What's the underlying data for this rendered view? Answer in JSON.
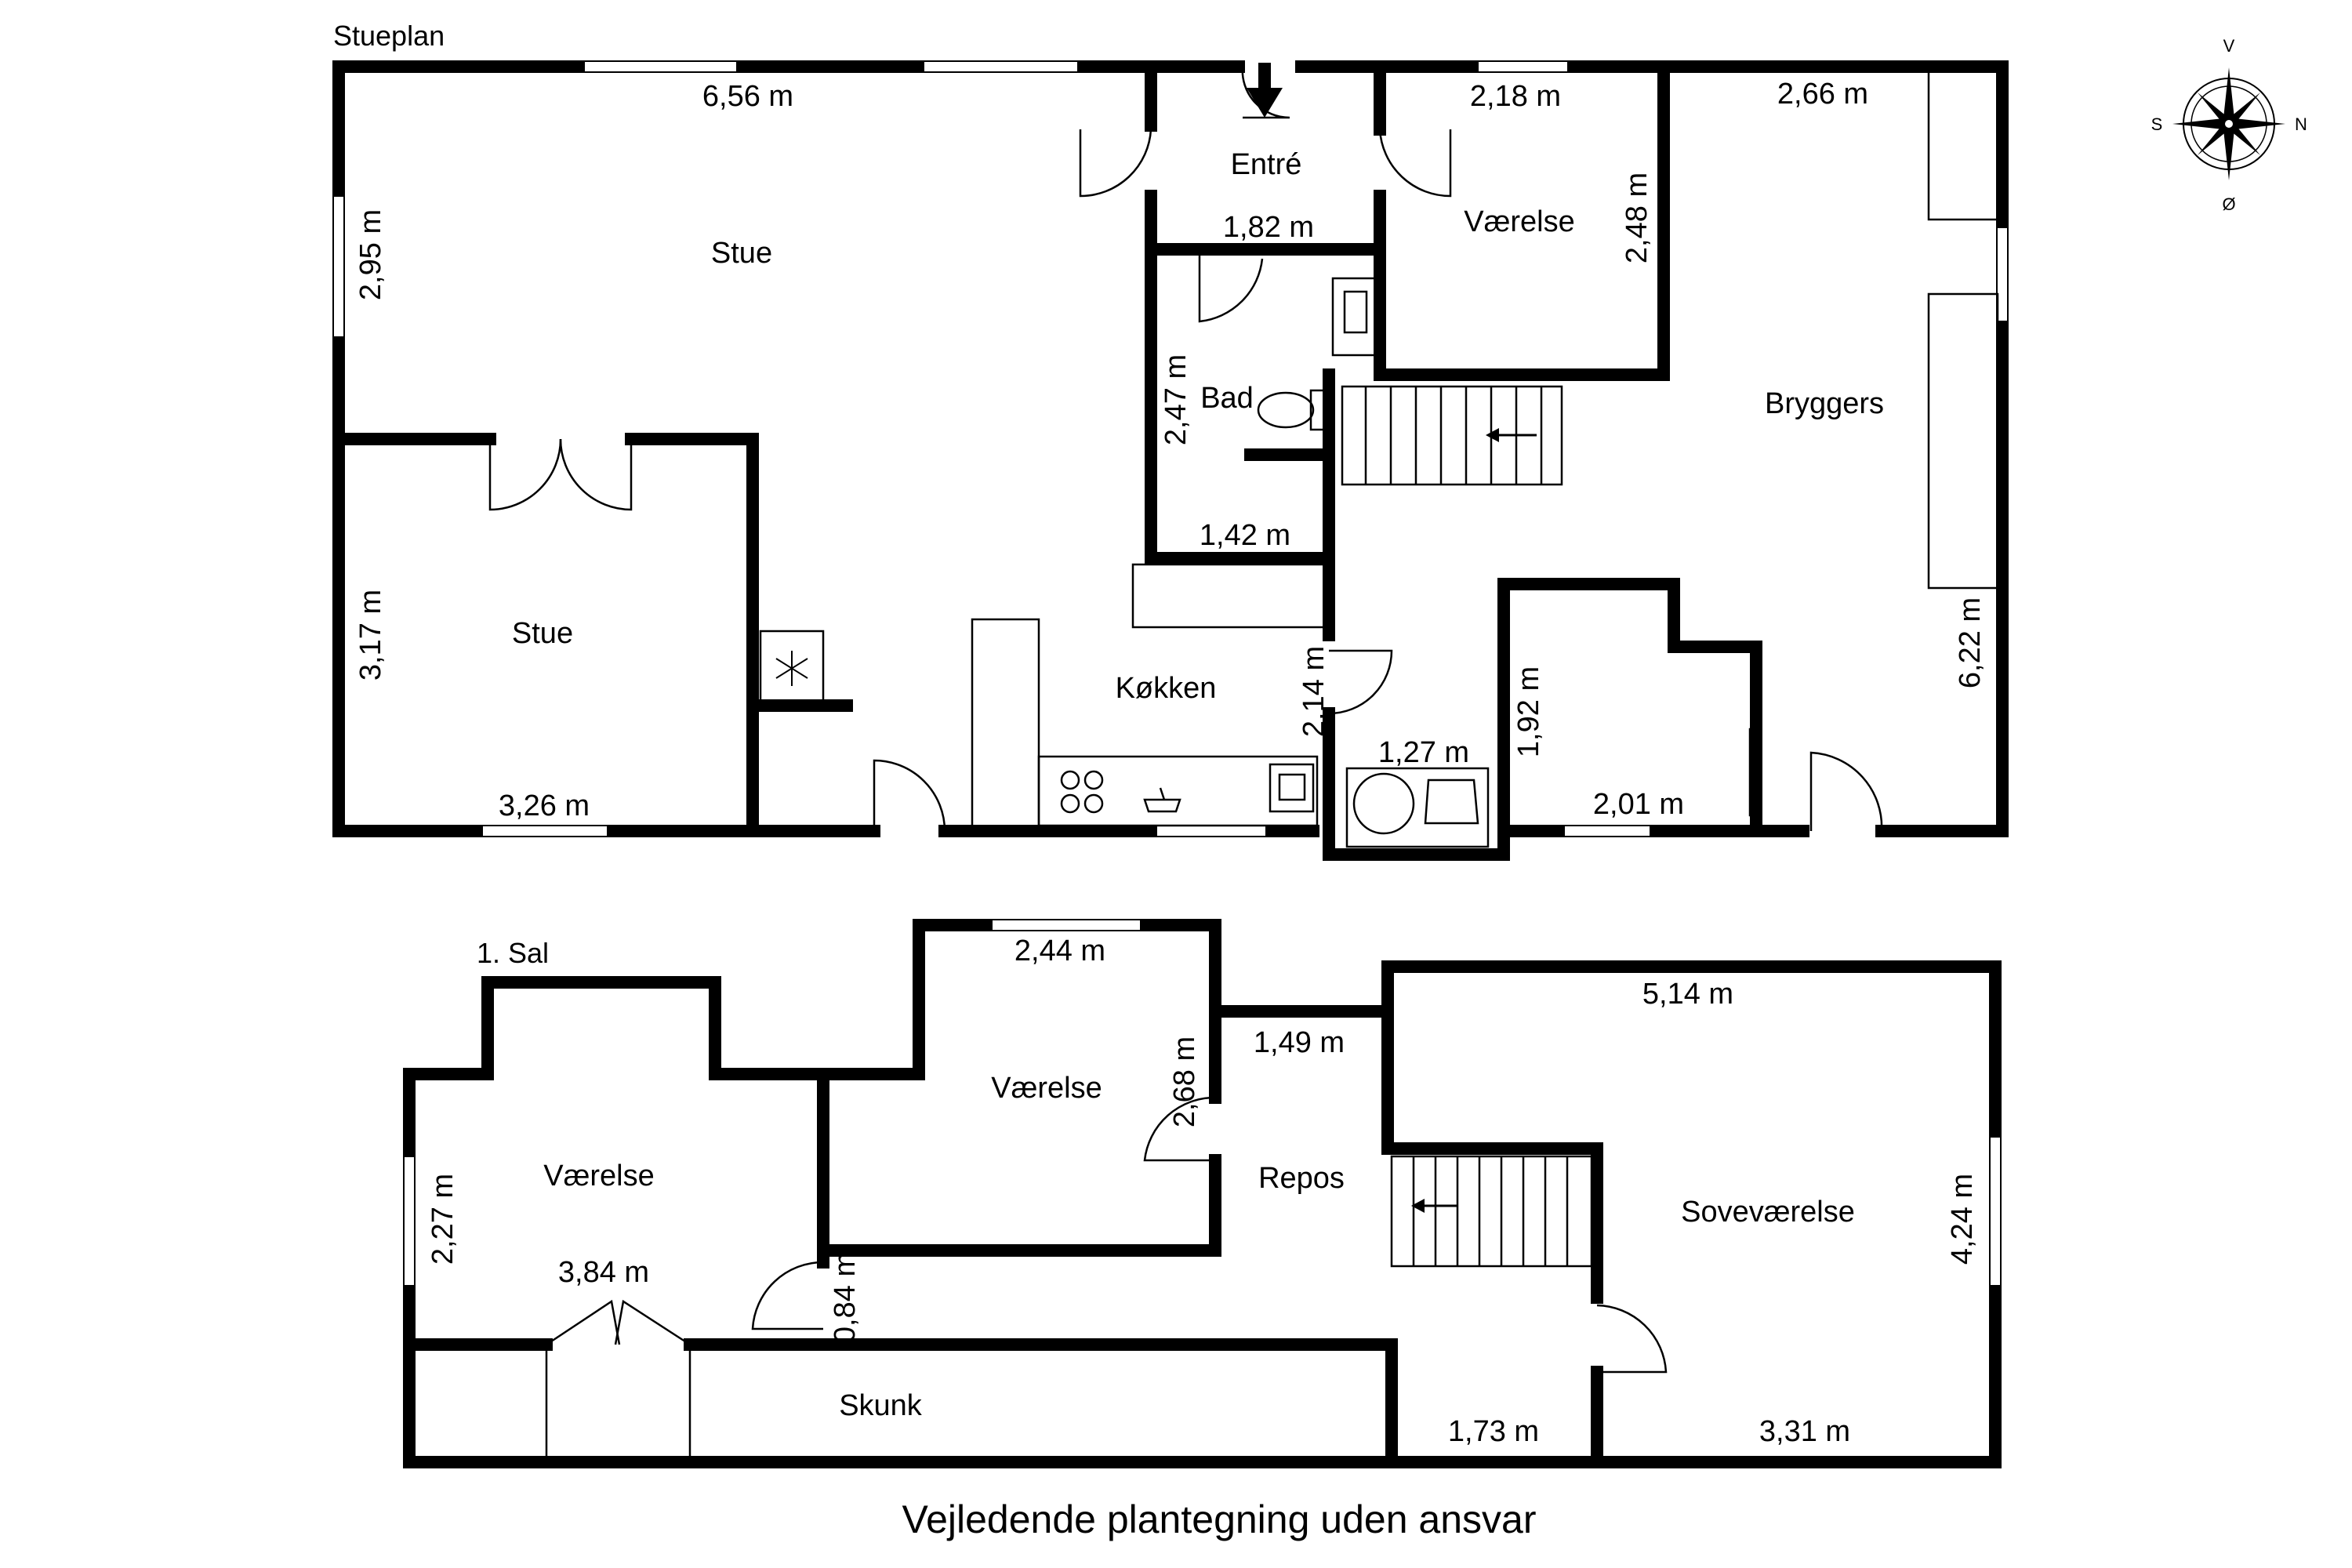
{
  "floors": {
    "ground": "Stueplan",
    "first": "1. Sal"
  },
  "rooms": {
    "stue_main": "Stue",
    "stue_small": "Stue",
    "entre": "Entré",
    "vaerelse_ground": "Værelse",
    "bryggers": "Bryggers",
    "bad": "Bad",
    "koekken": "Køkken",
    "vaerelse_first_left": "Værelse",
    "vaerelse_first_mid": "Værelse",
    "repos": "Repos",
    "sovevaerelse": "Soveværelse",
    "skunk": "Skunk"
  },
  "dimensions": {
    "stue_width": "6,56 m",
    "stue_height": "2,95 m",
    "entre_width": "1,82 m",
    "vaerelse_width": "2,18 m",
    "vaerelse_height": "2,48 m",
    "bryggers_width": "2,66 m",
    "bryggers_height": "6,22 m",
    "bad_height": "2,47 m",
    "bad_width": "1,42 m",
    "stue_small_height": "3,17 m",
    "stue_small_width": "3,26 m",
    "koekken_height": "2,14 m",
    "closet_width": "1,27 m",
    "room2_height": "1,92 m",
    "room2_width": "2,01 m",
    "first_mid_width": "2,44 m",
    "first_mid_height": "2,68 m",
    "repos_width": "1,49 m",
    "sove_width": "5,14 m",
    "sove_height": "4,24 m",
    "first_left_height": "2,27 m",
    "first_left_width": "3,84 m",
    "door_width": "0,84 m",
    "repos_bottom": "1,73 m",
    "sove_bottom": "3,31 m"
  },
  "compass": {
    "north": "N",
    "south": "S",
    "east": "Ø",
    "west": "V"
  },
  "caption": "Vejledende plantegning uden ansvar"
}
